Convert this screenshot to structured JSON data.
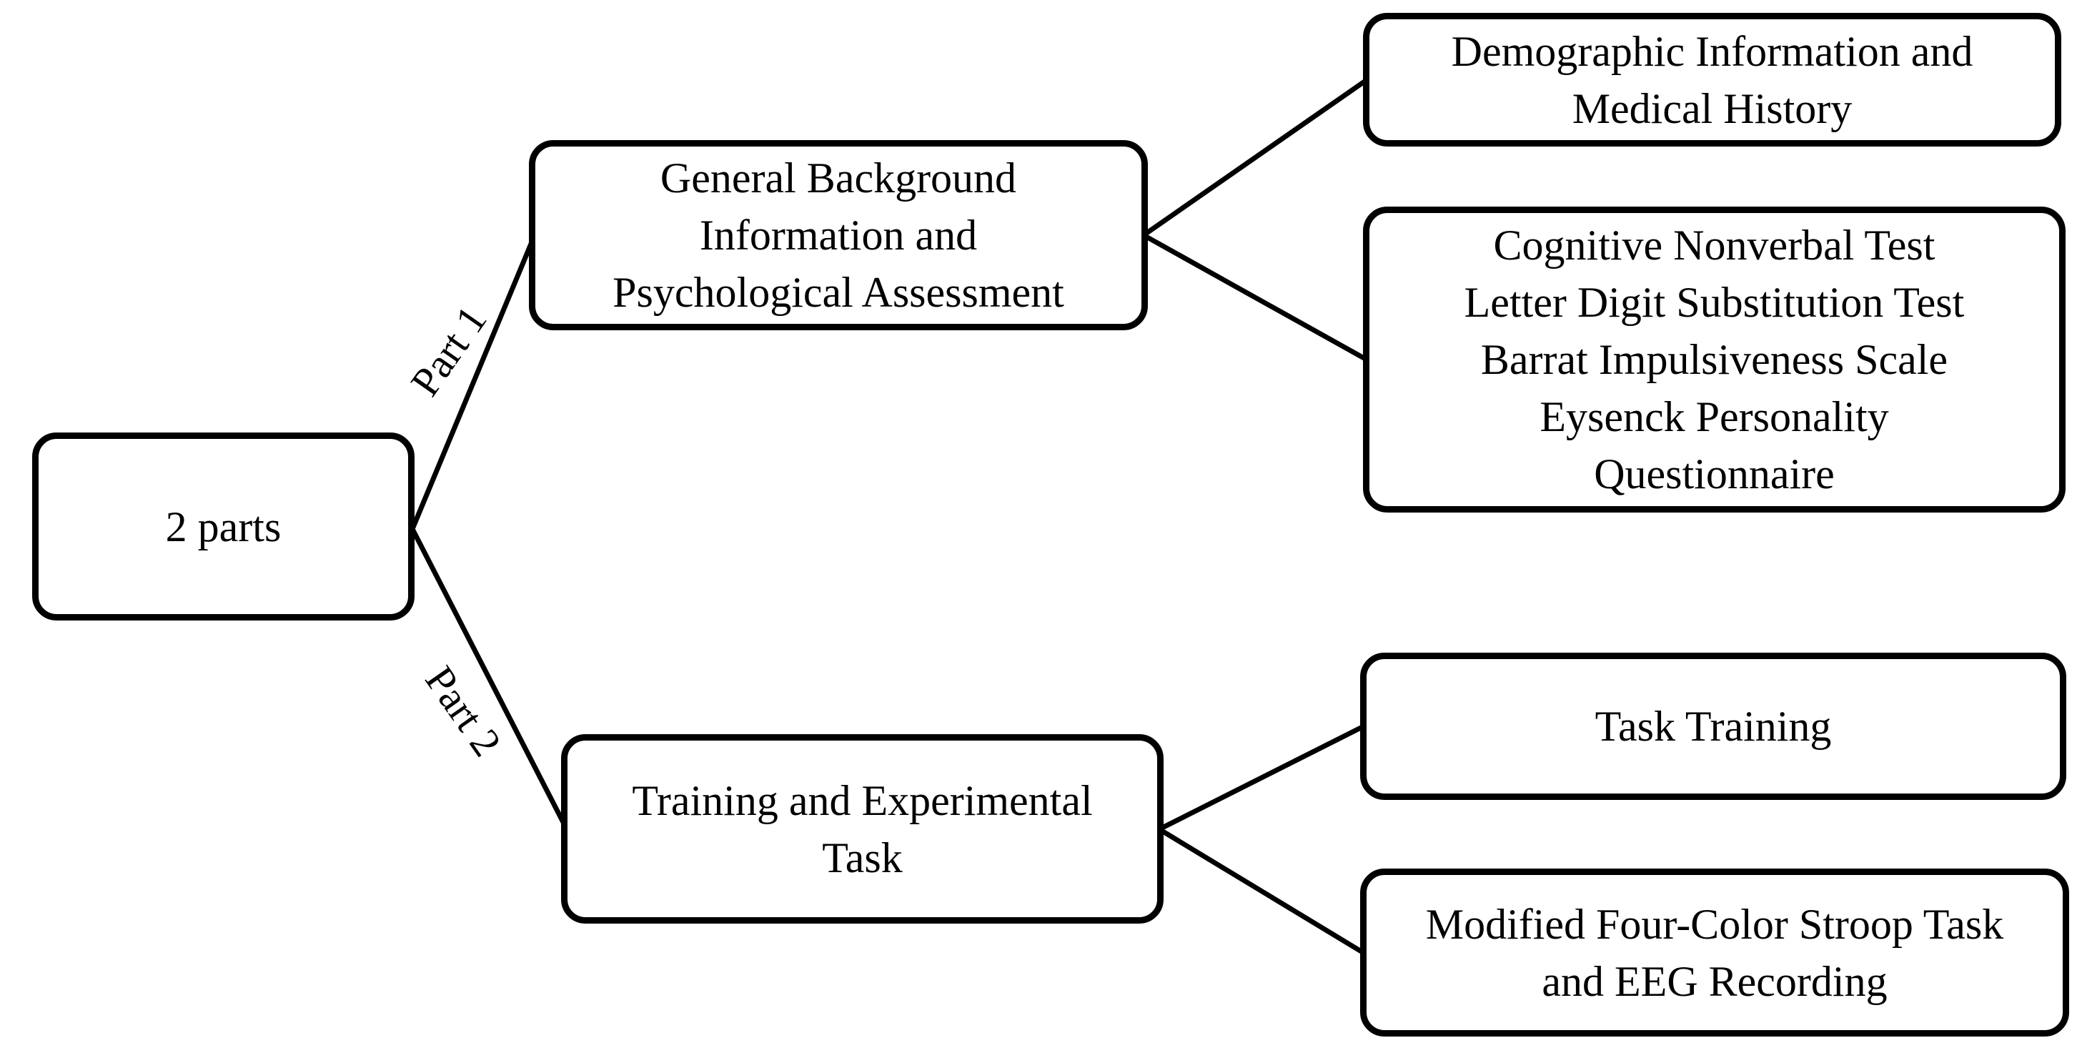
{
  "diagram": {
    "root": {
      "label": "2 parts"
    },
    "branch_labels": {
      "part1": "Part 1",
      "part2": "Part 2"
    },
    "part1": {
      "node": {
        "label": "General Background\nInformation and\nPsychological Assessment"
      },
      "children": [
        {
          "label": "Demographic Information and\nMedical History"
        },
        {
          "label": "Cognitive Nonverbal Test\nLetter Digit Substitution Test\nBarrat Impulsiveness Scale\nEysenck Personality\nQuestionnaire"
        }
      ]
    },
    "part2": {
      "node": {
        "label": "Training and Experimental\nTask"
      },
      "children": [
        {
          "label": "Task Training"
        },
        {
          "label": "Modified Four-Color Stroop Task\nand EEG Recording"
        }
      ]
    },
    "colors": {
      "stroke": "#000000",
      "fill": "#ffffff",
      "text": "#000000"
    }
  }
}
